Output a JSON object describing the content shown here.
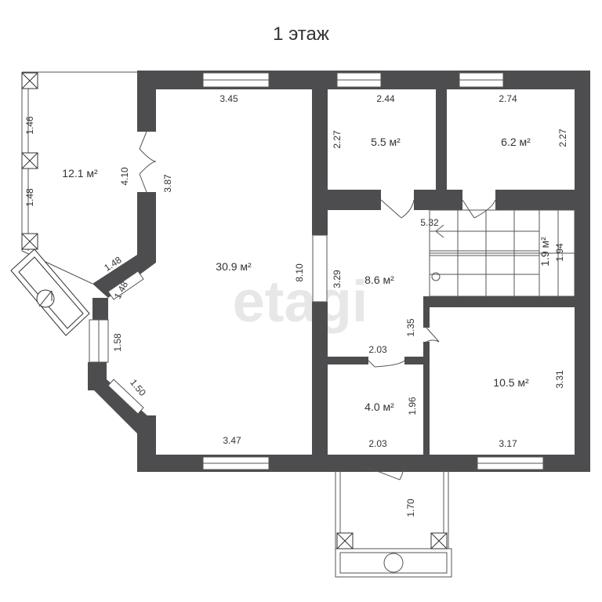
{
  "title": "1 этаж",
  "watermark": "etagi",
  "colors": {
    "wall": "#4d4d4f",
    "line": "#555555",
    "background": "#ffffff",
    "watermark": "#e7e7e7"
  },
  "rooms": {
    "living_area": "30.9 м²",
    "terrace_area": "12.1 м²",
    "room_a_area": "5.5 м²",
    "room_b_area": "6.2 м²",
    "hall_area": "8.6 м²",
    "stair_area": "1.9 м²",
    "bath_area": "4.0 м²",
    "room_c_area": "10.5 м²"
  },
  "dimensions": {
    "living_top": "3.45",
    "living_bottom": "3.47",
    "living_height": "8.10",
    "living_left_upper": "3.87",
    "living_left_lower": "1.58",
    "bay_diag_upper": "1.48",
    "bay_diag_lower": "1.50",
    "terrace_left_top": "1.46",
    "terrace_left_bottom": "1.48",
    "terrace_right": "4.10",
    "terrace_diag": "1.48",
    "room_a_width": "2.44",
    "room_a_height": "2.27",
    "room_b_width": "2.74",
    "room_b_height": "2.27",
    "hall_width": "5.32",
    "hall_height": "3.29",
    "hall_bottom": "2.03",
    "hall_door": "1.35",
    "stair_height": "1.94",
    "bath_height": "1.96",
    "bath_width": "2.03",
    "room_c_height": "3.31",
    "room_c_width": "3.17",
    "porch_depth": "1.70"
  }
}
